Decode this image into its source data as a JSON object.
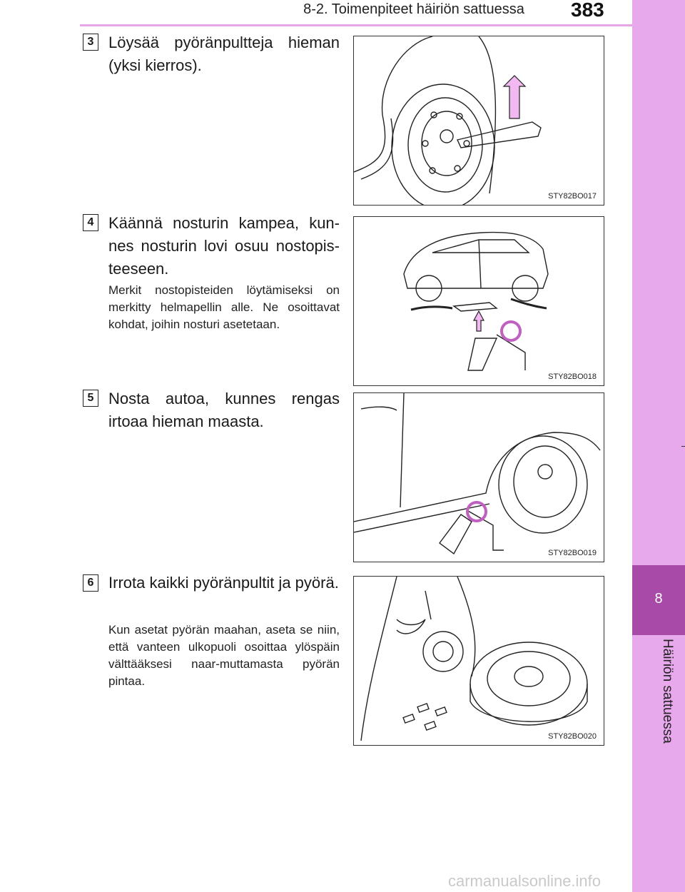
{
  "header": {
    "section_title": "8-2. Toimenpiteet häiriön sattuessa",
    "page_number": "383"
  },
  "side_tab": {
    "chapter_number": "8",
    "chapter_title": "Häiriön sattuessa"
  },
  "steps": [
    {
      "number": "3",
      "text": "Löysää pyöränpultteja hieman (yksi kierros).",
      "note": "",
      "figure_code": "STY82BO017"
    },
    {
      "number": "4",
      "text": "Käännä nosturin kampea, kun-nes nosturin lovi osuu nostopis-teeseen.",
      "note": "Merkit nostopisteiden löytämiseksi on merkitty helmapellin alle. Ne osoittavat kohdat, joihin nosturi asetetaan.",
      "figure_code": "STY82BO018"
    },
    {
      "number": "5",
      "text": "Nosta autoa, kunnes rengas irtoaa hieman maasta.",
      "note": "",
      "figure_code": "STY82BO019"
    },
    {
      "number": "6",
      "text": "Irrota kaikki pyöränpultit ja pyörä.",
      "note": "Kun asetat pyörän maahan, aseta se niin, että vanteen ulkopuoli osoittaa ylöspäin välttääksesi naar-muttamasta pyörän pintaa.",
      "figure_code": "STY82BO020"
    }
  ],
  "watermark": "carmanualsonline.info",
  "colors": {
    "side_tab": "#e8a8ec",
    "side_box": "#a84aa8",
    "header_rule": "#e6a6e6",
    "arrow_fill": "#f2b8f2"
  }
}
